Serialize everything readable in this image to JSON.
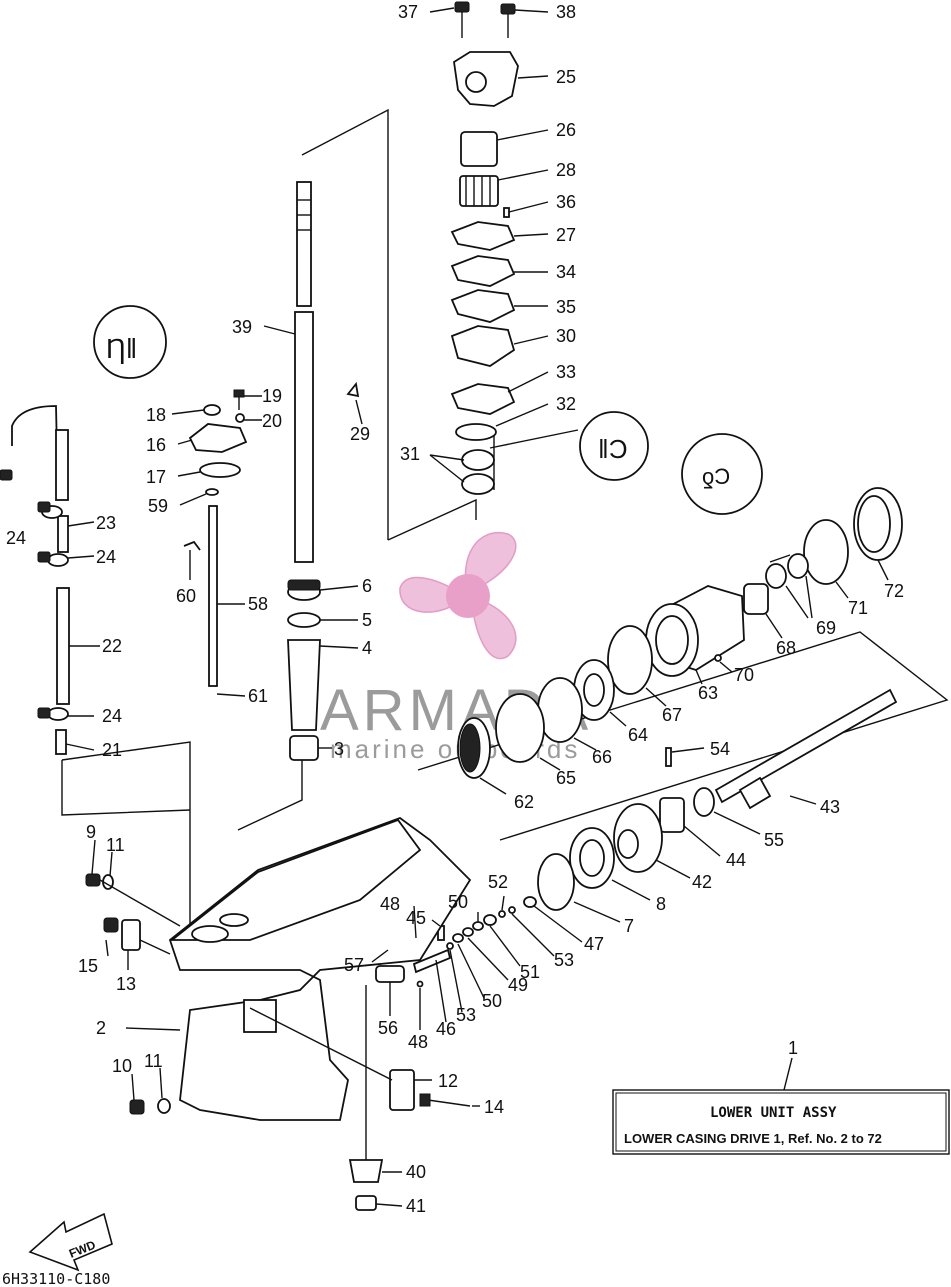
{
  "diagram": {
    "labels": [
      {
        "id": "37",
        "text": "37"
      },
      {
        "id": "38",
        "text": "38"
      },
      {
        "id": "25",
        "text": "25"
      },
      {
        "id": "26",
        "text": "26"
      },
      {
        "id": "28",
        "text": "28"
      },
      {
        "id": "36",
        "text": "36"
      },
      {
        "id": "27",
        "text": "27"
      },
      {
        "id": "34",
        "text": "34"
      },
      {
        "id": "35",
        "text": "35"
      },
      {
        "id": "30",
        "text": "30"
      },
      {
        "id": "33",
        "text": "33"
      },
      {
        "id": "32",
        "text": "32"
      },
      {
        "id": "31",
        "text": "31"
      },
      {
        "id": "39",
        "text": "39"
      },
      {
        "id": "19",
        "text": "19"
      },
      {
        "id": "18",
        "text": "18"
      },
      {
        "id": "20",
        "text": "20"
      },
      {
        "id": "29",
        "text": "29"
      },
      {
        "id": "16",
        "text": "16"
      },
      {
        "id": "17",
        "text": "17"
      },
      {
        "id": "59",
        "text": "59"
      },
      {
        "id": "23",
        "text": "23"
      },
      {
        "id": "24a",
        "text": "24"
      },
      {
        "id": "24b",
        "text": "24"
      },
      {
        "id": "60",
        "text": "60"
      },
      {
        "id": "58",
        "text": "58"
      },
      {
        "id": "6",
        "text": "6"
      },
      {
        "id": "5",
        "text": "5"
      },
      {
        "id": "4",
        "text": "4"
      },
      {
        "id": "22",
        "text": "22"
      },
      {
        "id": "61",
        "text": "61"
      },
      {
        "id": "24c",
        "text": "24"
      },
      {
        "id": "21",
        "text": "21"
      },
      {
        "id": "3",
        "text": "3"
      },
      {
        "id": "72",
        "text": "72"
      },
      {
        "id": "71",
        "text": "71"
      },
      {
        "id": "69",
        "text": "69"
      },
      {
        "id": "68",
        "text": "68"
      },
      {
        "id": "70",
        "text": "70"
      },
      {
        "id": "63",
        "text": "63"
      },
      {
        "id": "67",
        "text": "67"
      },
      {
        "id": "64",
        "text": "64"
      },
      {
        "id": "66",
        "text": "66"
      },
      {
        "id": "65",
        "text": "65"
      },
      {
        "id": "62",
        "text": "62"
      },
      {
        "id": "54",
        "text": "54"
      },
      {
        "id": "43",
        "text": "43"
      },
      {
        "id": "55",
        "text": "55"
      },
      {
        "id": "44",
        "text": "44"
      },
      {
        "id": "42",
        "text": "42"
      },
      {
        "id": "8",
        "text": "8"
      },
      {
        "id": "7",
        "text": "7"
      },
      {
        "id": "47",
        "text": "47"
      },
      {
        "id": "53a",
        "text": "53"
      },
      {
        "id": "52",
        "text": "52"
      },
      {
        "id": "51",
        "text": "51"
      },
      {
        "id": "50a",
        "text": "50"
      },
      {
        "id": "49",
        "text": "49"
      },
      {
        "id": "50b",
        "text": "50"
      },
      {
        "id": "53b",
        "text": "53"
      },
      {
        "id": "45",
        "text": "45"
      },
      {
        "id": "48a",
        "text": "48"
      },
      {
        "id": "57",
        "text": "57"
      },
      {
        "id": "46",
        "text": "46"
      },
      {
        "id": "56",
        "text": "56"
      },
      {
        "id": "48b",
        "text": "48"
      },
      {
        "id": "9",
        "text": "9"
      },
      {
        "id": "11a",
        "text": "11"
      },
      {
        "id": "15",
        "text": "15"
      },
      {
        "id": "13",
        "text": "13"
      },
      {
        "id": "2",
        "text": "2"
      },
      {
        "id": "10",
        "text": "10"
      },
      {
        "id": "11b",
        "text": "11"
      },
      {
        "id": "12",
        "text": "12"
      },
      {
        "id": "14",
        "text": "14"
      },
      {
        "id": "40",
        "text": "40"
      },
      {
        "id": "41",
        "text": "41"
      },
      {
        "id": "1",
        "text": "1"
      }
    ],
    "assy_box": {
      "title": "LOWER UNIT ASSY",
      "subtitle": "LOWER CASING DRIVE 1, Ref. No. 2 to 72"
    },
    "fwd_arrow": "FWD",
    "drawing_code": "6H33110-C180",
    "watermark": {
      "brand": "ARMADA",
      "tagline": "marine outboards",
      "logo_color": "#e9a9cf"
    }
  }
}
